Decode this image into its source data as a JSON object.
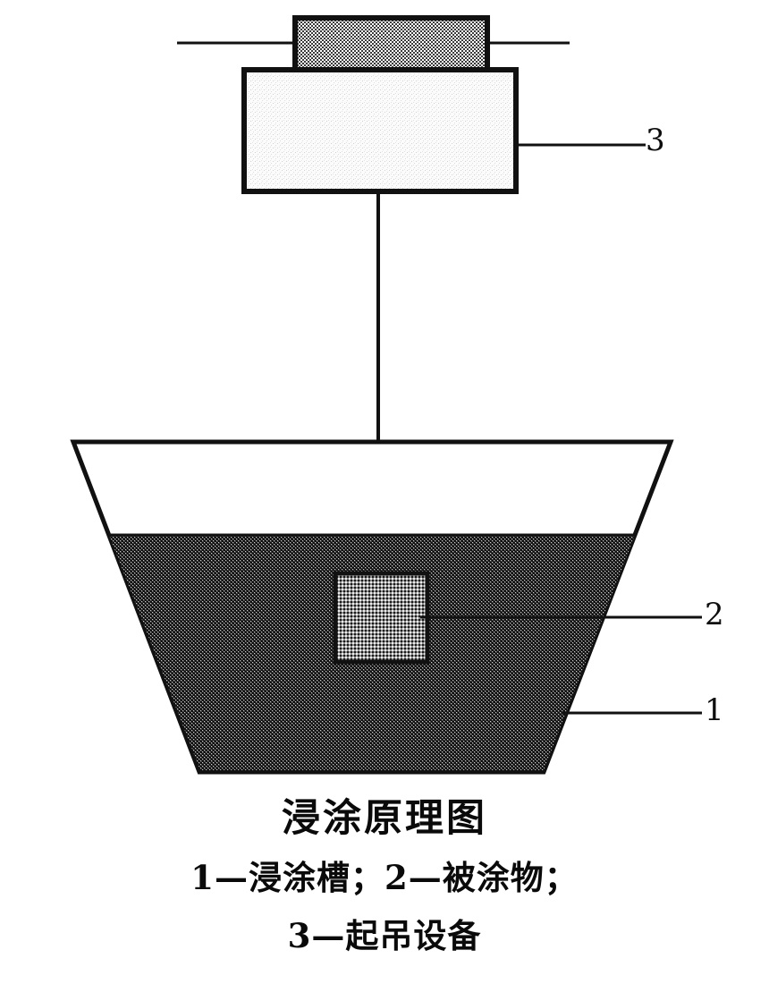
{
  "figure": {
    "title": "浸涂原理图",
    "legend_line_1": "1—浸涂槽；2—被涂物；",
    "legend_line_2": "3—起吊设备",
    "callouts": [
      {
        "id": "1",
        "label": "1",
        "refers_to": "浸涂槽"
      },
      {
        "id": "2",
        "label": "2",
        "refers_to": "被涂物"
      },
      {
        "id": "3",
        "label": "3",
        "refers_to": "起吊设备"
      }
    ],
    "parts": {
      "dip_tank": "浸涂槽",
      "workpiece": "被涂物",
      "hoisting_equipment": "起吊设备"
    },
    "colors": {
      "outline": "#111111",
      "liquid_fill": "#4a4a4a",
      "workpiece_fill": "#8c8c8c",
      "hoist_body_fill": "#f2f2f2",
      "trolley_fill": "#9a9a9a",
      "background": "#ffffff"
    }
  }
}
